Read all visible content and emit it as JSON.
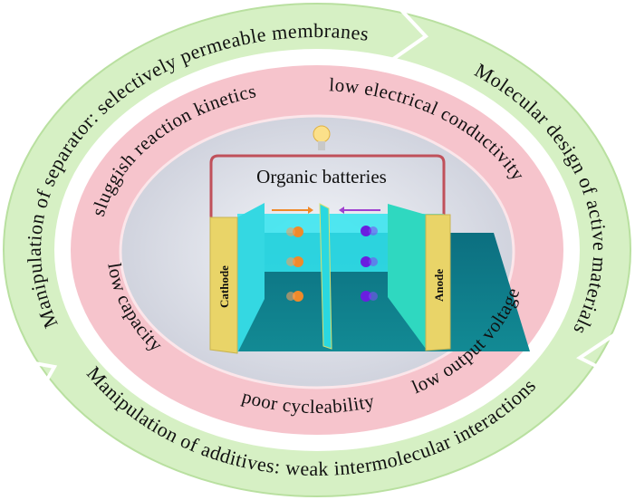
{
  "outer_ring": {
    "top_strategy": "Manipulation of separator: selectively permeable membranes",
    "right_strategy": "Molecular design of active materials",
    "bottom_strategy": "Manipulation of additives: weak intermolecular interactions"
  },
  "inner_ring": {
    "problems": [
      "sluggish reaction kinetics",
      "low electrical conductivity",
      "low capacity",
      "poor cycleability",
      "low output voltage"
    ]
  },
  "center": {
    "title": "Organic batteries",
    "cathode_label": "Cathode",
    "anode_label": "Anode"
  },
  "colors": {
    "outer_ring": "#d6f0c4",
    "inner_ring": "#f6c4cc",
    "electrolyte": "#2fe6f0",
    "electrode": "#e9d468",
    "cation": "#f08a2a",
    "anion": "#6a1ee0"
  }
}
